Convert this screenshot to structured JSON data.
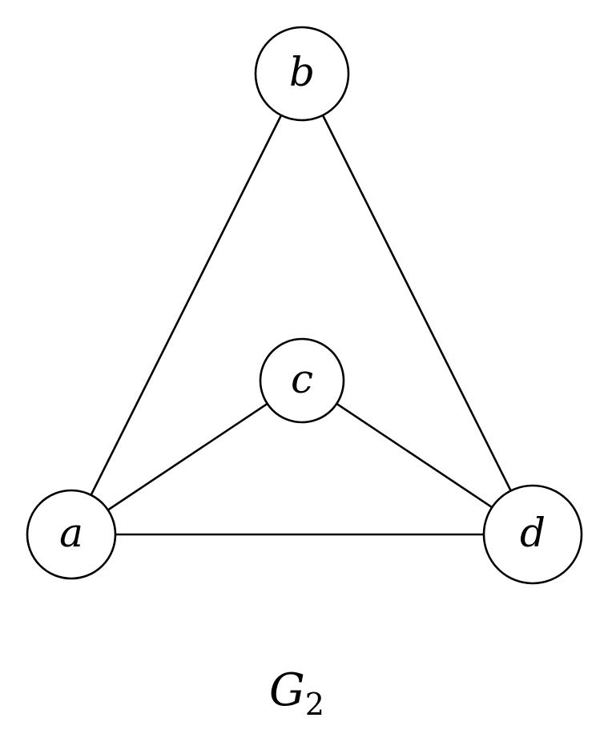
{
  "graph": {
    "caption": {
      "main": "G",
      "subscript": "2"
    },
    "nodes": [
      {
        "id": "b",
        "label": "b"
      },
      {
        "id": "c",
        "label": "c"
      },
      {
        "id": "a",
        "label": "a"
      },
      {
        "id": "d",
        "label": "d"
      }
    ],
    "edges": [
      {
        "from": "a",
        "to": "b"
      },
      {
        "from": "b",
        "to": "d"
      },
      {
        "from": "a",
        "to": "c"
      },
      {
        "from": "c",
        "to": "d"
      },
      {
        "from": "a",
        "to": "d"
      }
    ]
  }
}
